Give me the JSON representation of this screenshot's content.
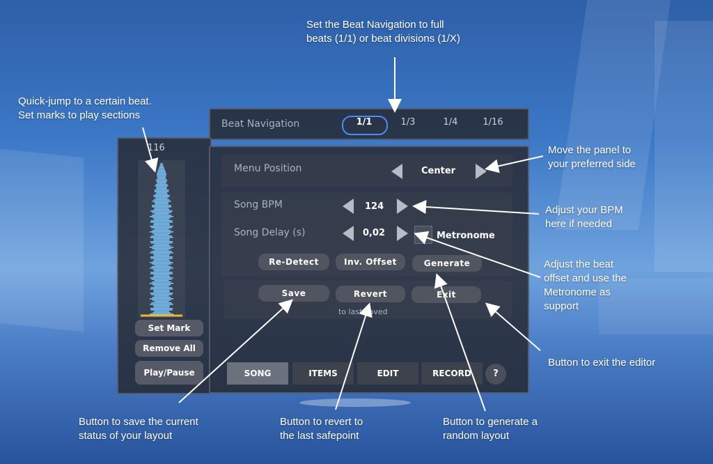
{
  "annotations": {
    "beat_navigation": "Set the Beat Navigation to full\nbeats (1/1) or beat divisions (1/X)",
    "quick_jump": "Quick-jump to a certain beat.\nSet marks to play sections",
    "move_panel": "Move the panel to\nyour preferred side",
    "adjust_bpm": "Adjust your BPM\nhere if needed",
    "adjust_offset": "Adjust the beat\noffset and use the\nMetronome as\nsupport",
    "exit_editor": "Button to exit the editor",
    "save_layout": "Button to save the current\nstatus of your layout",
    "revert": "Button to revert to\nthe last safepoint",
    "generate": "Button to generate a\nrandom layout"
  },
  "beat_navigation": {
    "label": "Beat Navigation",
    "options": [
      "1/1",
      "1/3",
      "1/4",
      "1/16"
    ],
    "selected": "1/1"
  },
  "waveform": {
    "beat_number": "116",
    "set_mark": "Set Mark",
    "remove_all": "Remove All",
    "play_pause": "Play/Pause"
  },
  "menu_position": {
    "label": "Menu Position",
    "value": "Center"
  },
  "song_bpm": {
    "label": "Song BPM",
    "value": "124"
  },
  "song_delay": {
    "label": "Song Delay (s)",
    "value": "0,02"
  },
  "metronome": {
    "label": "Metronome",
    "checked": false
  },
  "actions": {
    "re_detect": "Re-Detect",
    "inv_offset": "Inv. Offset",
    "generate": "Generate",
    "save": "Save",
    "revert": "Revert",
    "revert_sub": "to last saved",
    "exit": "Exit"
  },
  "tabs": [
    "SONG",
    "ITEMS",
    "EDIT",
    "RECORD"
  ],
  "active_tab": "SONG",
  "help_label": "?",
  "colors": {
    "accent": "#4d8cf2",
    "waveform": "#7cc3f5",
    "marker": "#f0b429"
  }
}
